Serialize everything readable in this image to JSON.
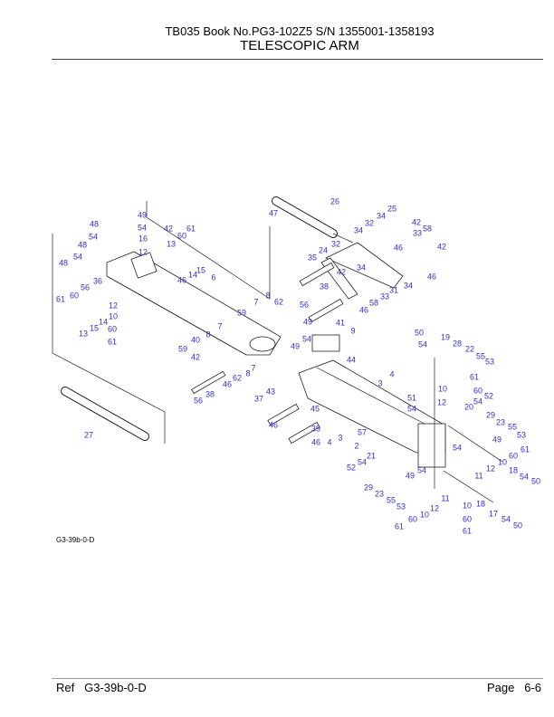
{
  "header": {
    "line1": "TB035  Book No.PG3-102Z5  S/N 1355001-1358193",
    "title": "TELESCOPIC ARM"
  },
  "figure_ref": "G3-39b-0-D",
  "footer": {
    "ref_label": "Ref",
    "ref_value": "G3-39b-0-D",
    "page_label": "Page",
    "page_value": "6-6"
  },
  "callout_color": "#3030c8",
  "callouts": [
    "49",
    "48",
    "54",
    "16",
    "12",
    "54",
    "48",
    "54",
    "48",
    "42",
    "61",
    "60",
    "13",
    "15",
    "14",
    "46",
    "6",
    "36",
    "56",
    "61",
    "60",
    "12",
    "10",
    "14",
    "15",
    "13",
    "60",
    "61",
    "59",
    "7",
    "8",
    "62",
    "7",
    "8",
    "40",
    "59",
    "42",
    "8",
    "7",
    "62",
    "46",
    "38",
    "56",
    "47",
    "26",
    "25",
    "34",
    "42",
    "32",
    "58",
    "34",
    "33",
    "42",
    "46",
    "32",
    "24",
    "35",
    "42",
    "34",
    "46",
    "34",
    "38",
    "31",
    "58",
    "33",
    "56",
    "46",
    "41",
    "49",
    "9",
    "54",
    "49",
    "44",
    "50",
    "19",
    "54",
    "28",
    "22",
    "55",
    "53",
    "61",
    "4",
    "3",
    "60",
    "10",
    "12",
    "52",
    "54",
    "51",
    "54",
    "20",
    "29",
    "23",
    "55",
    "57",
    "53",
    "2",
    "43",
    "37",
    "45",
    "46",
    "39",
    "4",
    "3",
    "46",
    "49",
    "54",
    "61",
    "60",
    "10",
    "21",
    "54",
    "52",
    "11",
    "12",
    "49",
    "54",
    "29",
    "23",
    "55",
    "53",
    "18",
    "54",
    "50",
    "18",
    "17",
    "54",
    "50",
    "11",
    "12",
    "10",
    "10",
    "60",
    "61",
    "60",
    "61",
    "27"
  ]
}
